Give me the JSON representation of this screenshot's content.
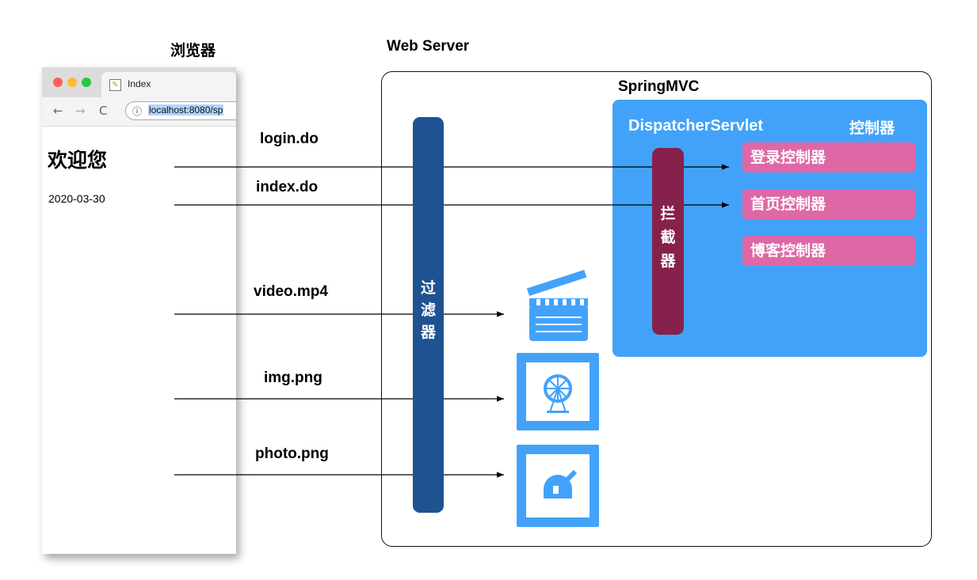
{
  "labels": {
    "browser": "浏览器",
    "web_server": "Web Server",
    "springmvc": "SpringMVC",
    "dispatcher": "DispatcherServlet",
    "controllers": "控制器",
    "filter": "过\n滤\n器",
    "interceptor": "拦\n截\n器"
  },
  "browser_window": {
    "tab_title": "Index",
    "url": "localhost:8080/sp",
    "page_heading": "欢迎您",
    "page_date": "2020-03-30"
  },
  "controllers": [
    "登录控制器",
    "首页控制器",
    "博客控制器"
  ],
  "requests": [
    "login.do",
    "index.do",
    "video.mp4",
    "img.png",
    "photo.png"
  ],
  "resource_icons": [
    "clapperboard-icon",
    "ferris-wheel-icon",
    "observatory-icon"
  ],
  "colors": {
    "filter": "#1f5290",
    "interceptor": "#86214c",
    "springmvc_box": "#42a2f9",
    "controller": "#de68a6",
    "resource_icon": "#42a2f9"
  }
}
